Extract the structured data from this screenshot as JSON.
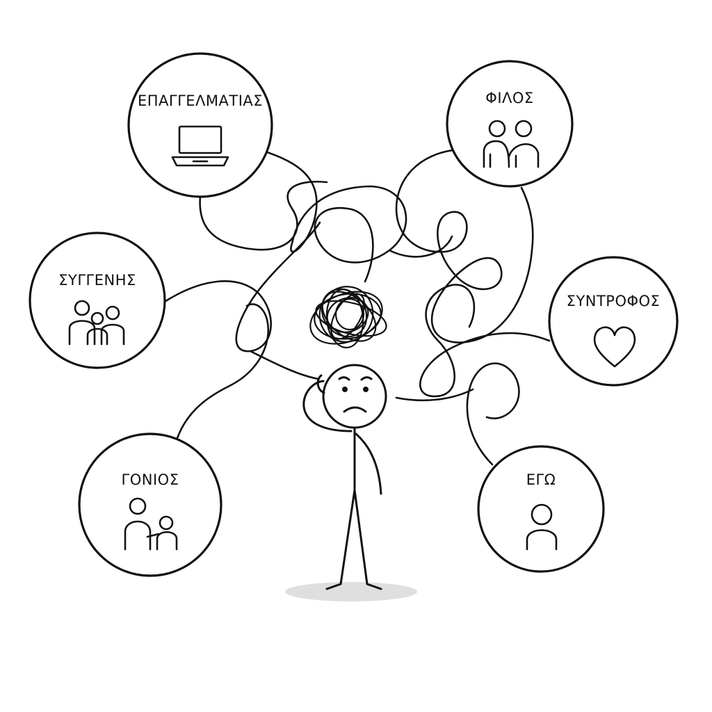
{
  "nodes": {
    "professional": {
      "label": "ΕΠΑΓΓΕΛΜΑΤΙΑΣ",
      "icon": "laptop-icon"
    },
    "friend": {
      "label": "ΦΙΛΟΣ",
      "icon": "two-friends-icon"
    },
    "relative": {
      "label": "ΣΥΓΓΕΝΗΣ",
      "icon": "family-icon"
    },
    "partner": {
      "label": "ΣΥΝΤΡΟΦΟΣ",
      "icon": "heart-icon"
    },
    "parent": {
      "label": "ΓΟΝΙΟΣ",
      "icon": "parent-child-icon"
    },
    "self": {
      "label": "ΕΓΩ",
      "icon": "person-icon"
    }
  },
  "center": {
    "figure": "confused-stick-figure",
    "thought": "tangled-scribble-icon"
  },
  "colors": {
    "ink": "#111111",
    "background": "#ffffff",
    "shadow": "#d9d9d9"
  }
}
